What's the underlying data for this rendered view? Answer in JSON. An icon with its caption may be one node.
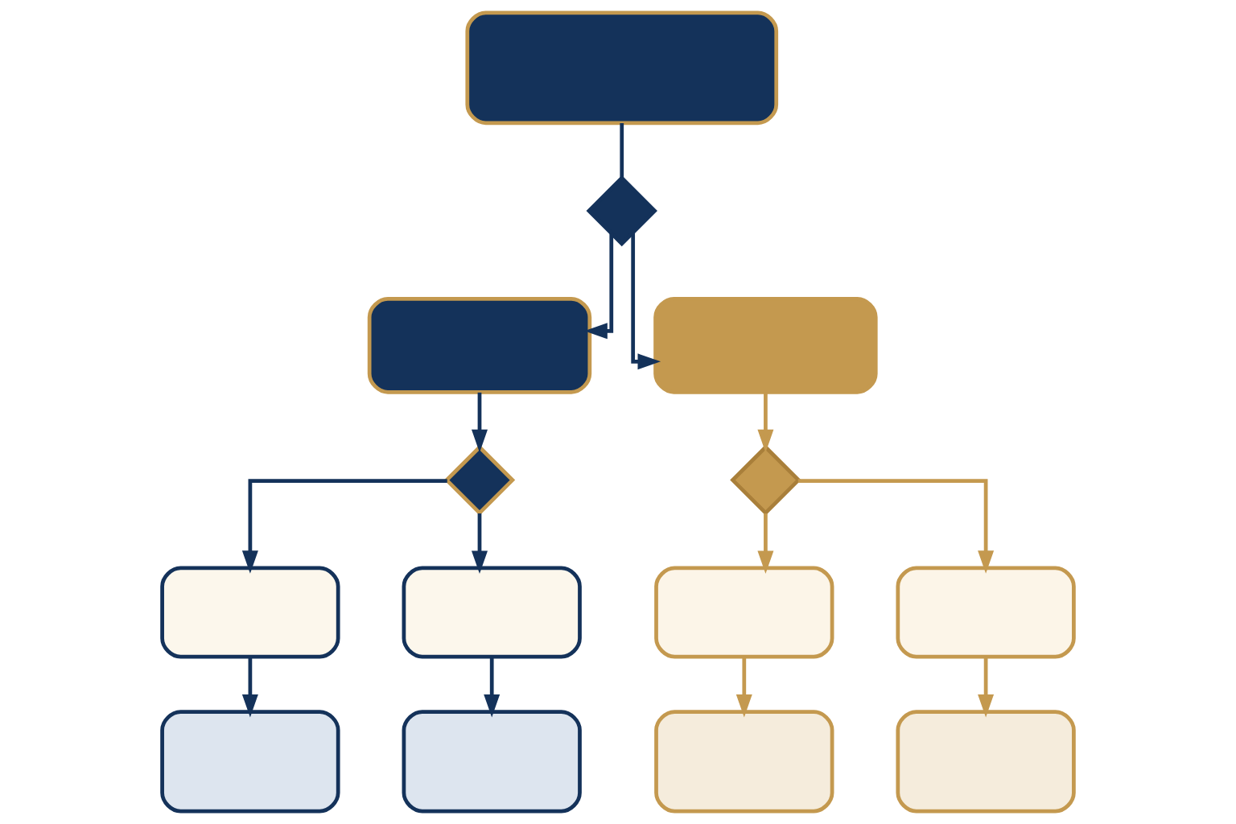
{
  "diagram": {
    "nodes": [
      {
        "text": [],
        "shape": "box"
      },
      {
        "text": [],
        "shape": "diamond"
      },
      {
        "text": [],
        "shape": "box"
      },
      {
        "text": [],
        "shape": "box"
      },
      {
        "text": [],
        "shape": "diamond"
      },
      {
        "text": [],
        "shape": "diamond"
      },
      {
        "text": [],
        "shape": "box"
      },
      {
        "text": [],
        "shape": "box"
      },
      {
        "text": [],
        "shape": "box"
      },
      {
        "text": [],
        "shape": "box"
      },
      {
        "text": [],
        "shape": "box"
      },
      {
        "text": [],
        "shape": "box"
      },
      {
        "text": [],
        "shape": "box"
      },
      {
        "text": [],
        "shape": "box"
      }
    ],
    "edges": [
      {
        "from": 0,
        "to": 1,
        "arrow": "none"
      },
      {
        "from": 1,
        "to": 2,
        "arrow": "to"
      },
      {
        "from": 1,
        "to": 3,
        "arrow": "to"
      },
      {
        "from": 2,
        "to": 4,
        "arrow": "to"
      },
      {
        "from": 3,
        "to": 5,
        "arrow": "to",
        "color": "#c4994f"
      },
      {
        "from": 4,
        "to": 6,
        "arrow": "to"
      },
      {
        "from": 4,
        "to": 7,
        "arrow": "to"
      },
      {
        "from": 5,
        "to": 8,
        "arrow": "to",
        "color": "#c4994f"
      },
      {
        "from": 5,
        "to": 9,
        "arrow": "to",
        "color": "#c4994f"
      },
      {
        "from": 6,
        "to": 10,
        "arrow": "to"
      },
      {
        "from": 7,
        "to": 11,
        "arrow": "to"
      },
      {
        "from": 8,
        "to": 12,
        "arrow": "to",
        "color": "#c4994f"
      },
      {
        "from": 9,
        "to": 13,
        "arrow": "to",
        "color": "#c4994f"
      }
    ]
  }
}
